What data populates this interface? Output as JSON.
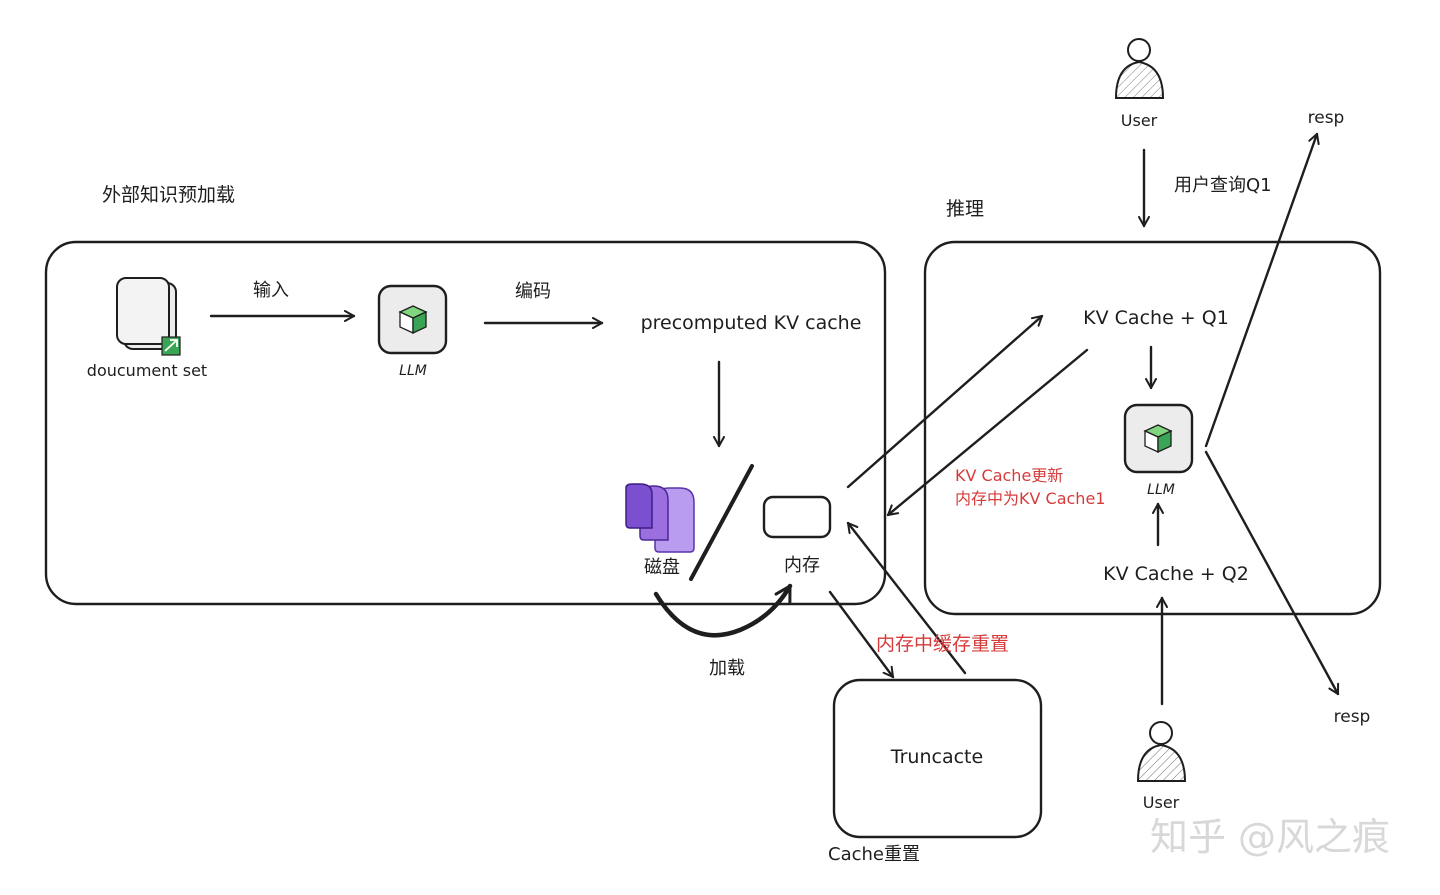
{
  "preload": {
    "section_title": "外部知识预加载",
    "document_label": "doucument set",
    "input_label": "输入",
    "llm_label": "LLM",
    "encode_label": "编码",
    "precomputed_label": "precomputed KV cache",
    "disk_label": "磁盘",
    "memory_label": "内存",
    "load_label": "加载"
  },
  "inference": {
    "section_title": "推理",
    "user_top_label": "User",
    "query_label": "用户查询Q1",
    "resp_top_label": "resp",
    "kv_q1_label": "KV Cache + Q1",
    "llm_label": "LLM",
    "kv_q2_label": "KV Cache + Q2",
    "user_bottom_label": "User",
    "resp_bottom_label": "resp",
    "update_note_line1": "KV Cache更新",
    "update_note_line2": "内存中为KV Cache1"
  },
  "truncate": {
    "box_label": "Truncacte",
    "caption": "Cache重置",
    "reset_note": "内存中缓存重置"
  },
  "watermark": "知乎 @风之痕",
  "colors": {
    "stroke": "#1e1e1e",
    "annotation_red": "#d63b3b",
    "disk_purple": "#9b6fe0",
    "cube_green": "#3aa655"
  }
}
